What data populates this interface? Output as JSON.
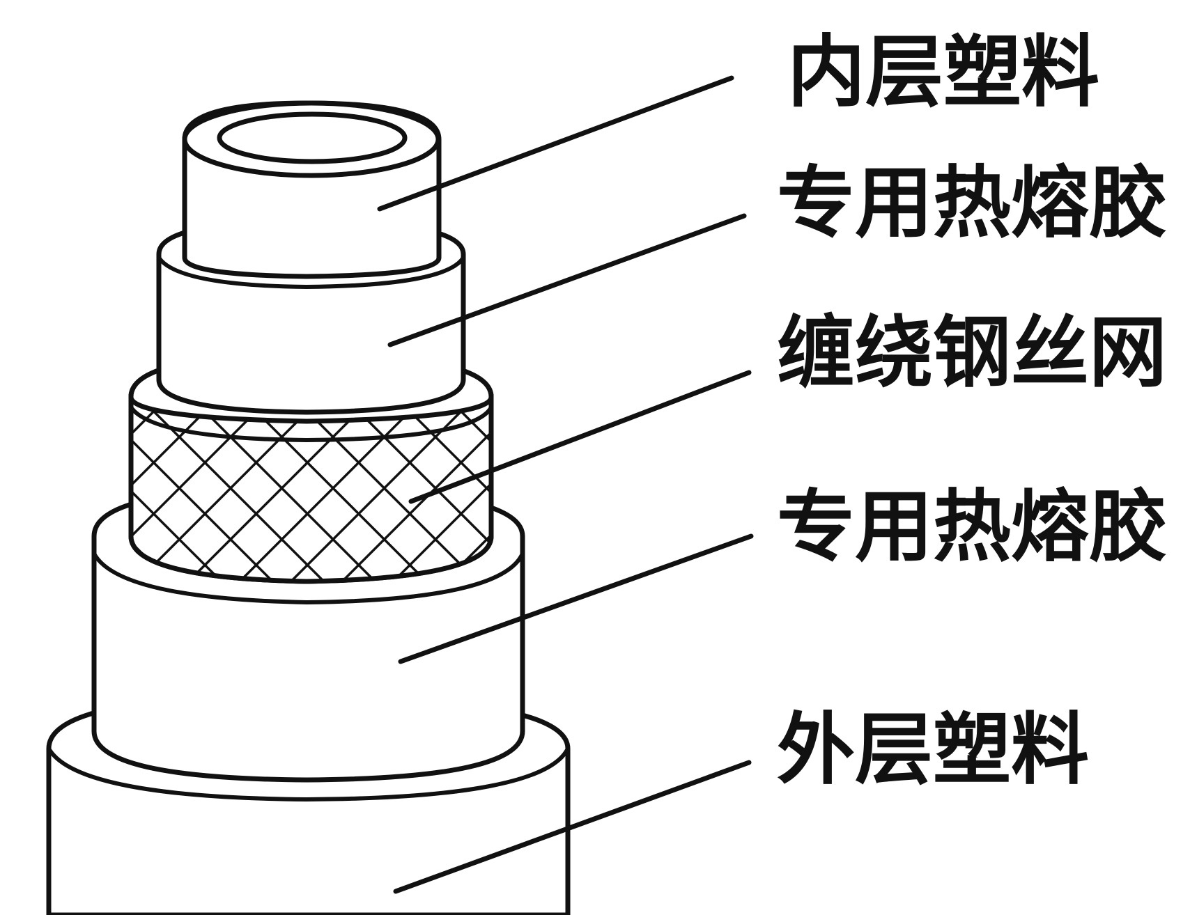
{
  "labels": {
    "inner_plastic": "内层塑料",
    "hot_melt_adhesive_1": "专用热熔胶",
    "wound_steel_mesh": "缠绕钢丝网",
    "hot_melt_adhesive_2": "专用热熔胶",
    "outer_plastic": "外层塑料"
  },
  "colors": {
    "ink": "#111111",
    "background": "#ffffff"
  }
}
